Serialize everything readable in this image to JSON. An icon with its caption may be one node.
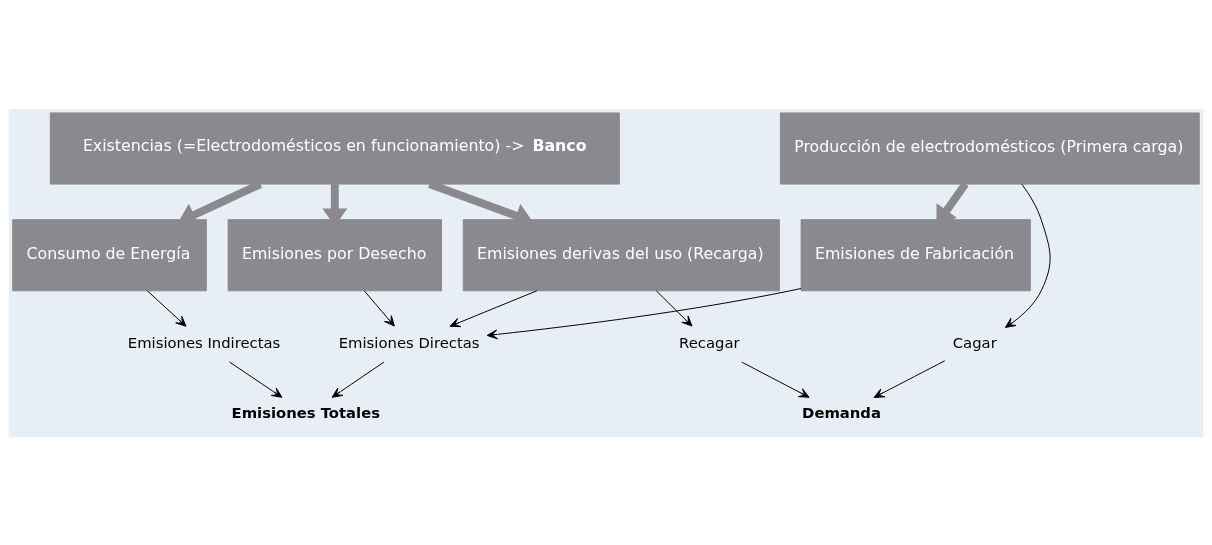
{
  "diagram": {
    "nodes": [
      {
        "text": [
          "Producción de electrodomésticos (Primera carga)"
        ]
      },
      {
        "text": [
          "Existencias (=Electrodomésticos en funcionamiento) -> **Banco**"
        ]
      },
      {
        "text": [
          "Emisiones de Fabricación"
        ]
      },
      {
        "text": [
          "Emisiones derivas del uso (Recarga)"
        ]
      },
      {
        "text": [
          "Emisiones por Desecho"
        ]
      },
      {
        "text": [
          "Consumo de Energía"
        ]
      },
      {
        "text": [
          "Cagar"
        ]
      },
      {
        "text": [
          "Recagar"
        ]
      },
      {
        "text": [
          "Emisiones Directas"
        ]
      },
      {
        "text": [
          "Emisiones Indirectas"
        ]
      },
      {
        "text": [
          "Demanda"
        ]
      },
      {
        "text": [
          "Emisiones Totales"
        ]
      }
    ],
    "edges": [
      {
        "from": 0,
        "to": 2,
        "arrow": "to",
        "style": "thick",
        "color": "#8a898d"
      },
      {
        "from": 1,
        "to": 3,
        "arrow": "to",
        "style": "thick",
        "color": "#8a898d"
      },
      {
        "from": 1,
        "to": 4,
        "arrow": "to",
        "style": "thick",
        "color": "#8a898d"
      },
      {
        "from": 1,
        "to": 5,
        "arrow": "to",
        "style": "thick",
        "color": "#8a898d"
      },
      {
        "from": 0,
        "to": 6,
        "arrow": "to"
      },
      {
        "from": 3,
        "to": 7,
        "arrow": "to"
      },
      {
        "from": 2,
        "to": 8,
        "arrow": "to"
      },
      {
        "from": 3,
        "to": 8,
        "arrow": "to"
      },
      {
        "from": 4,
        "to": 8,
        "arrow": "to"
      },
      {
        "from": 5,
        "to": 9,
        "arrow": "to"
      },
      {
        "from": 6,
        "to": 10,
        "arrow": "to"
      },
      {
        "from": 7,
        "to": 10,
        "arrow": "to"
      },
      {
        "from": 8,
        "to": 11,
        "arrow": "to"
      },
      {
        "from": 9,
        "to": 11,
        "arrow": "to"
      }
    ]
  }
}
